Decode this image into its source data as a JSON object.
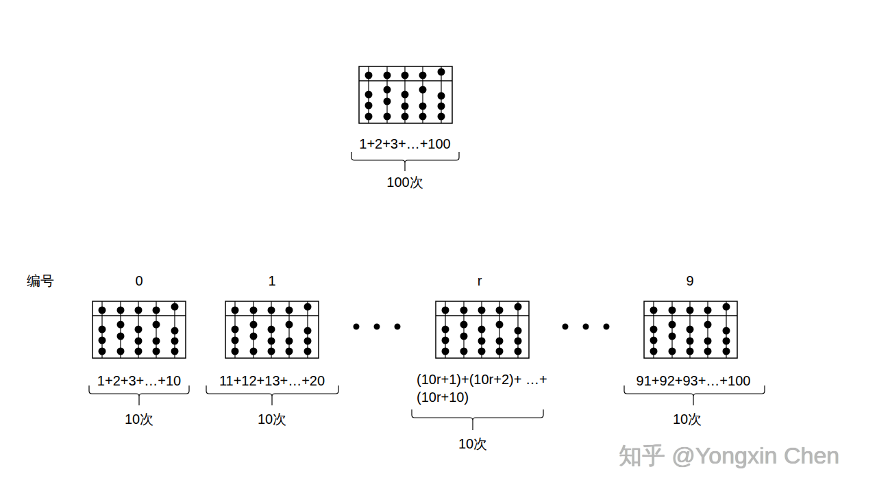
{
  "diagram": {
    "labels": [
      "1+2+3+…+100",
      "100次",
      "编号",
      "0",
      "1",
      "r",
      "9",
      "1+2+3+…+10",
      "10次",
      "11+12+13+…+20",
      "10次",
      "(10r+1)+(10r+2)+ …+(10r+10)",
      "10次",
      "91+92+93+…+100",
      "10次",
      "知乎 @Yongxin Chen"
    ]
  }
}
